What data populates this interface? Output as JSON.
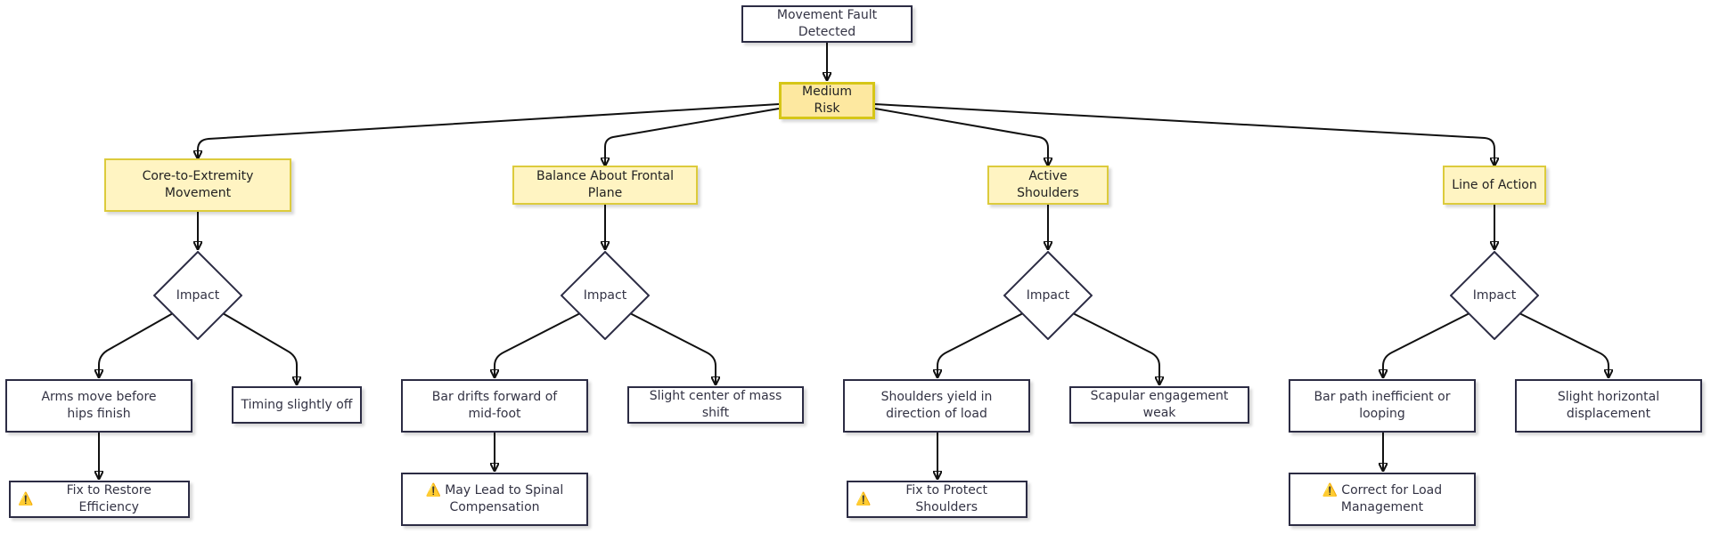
{
  "root": {
    "label": "Movement Fault Detected"
  },
  "risk": {
    "label": "Medium Risk"
  },
  "colors": {
    "risk_fill": "#fde8a0",
    "risk_border": "#d6c618",
    "category_fill": "#fff4c2",
    "category_border": "#dccb3c",
    "node_border": "#2c2c44",
    "edge": "#111111"
  },
  "branches": [
    {
      "category": "Core-to-Extremity Movement",
      "decision": "Impact",
      "left_outcome": "Arms move before hips finish",
      "right_outcome": "Timing slightly off",
      "action": {
        "icon": "warning-icon",
        "glyph": "⚠️",
        "text": "Fix to Restore Efficiency"
      }
    },
    {
      "category": "Balance About Frontal Plane",
      "decision": "Impact",
      "left_outcome": "Bar drifts forward of mid-foot",
      "right_outcome": "Slight center of mass shift",
      "action": {
        "icon": "warning-icon",
        "glyph": "⚠️",
        "text": "May Lead to Spinal Compensation"
      }
    },
    {
      "category": "Active Shoulders",
      "decision": "Impact",
      "left_outcome": "Shoulders yield in direction of load",
      "right_outcome": "Scapular engagement weak",
      "action": {
        "icon": "warning-icon",
        "glyph": "⚠️",
        "text": "Fix to Protect Shoulders"
      }
    },
    {
      "category": "Line of Action",
      "decision": "Impact",
      "left_outcome": "Bar path inefficient or looping",
      "right_outcome": "Slight horizontal displacement",
      "action": {
        "icon": "warning-icon",
        "glyph": "⚠️",
        "text": "Correct for Load Management"
      }
    }
  ]
}
